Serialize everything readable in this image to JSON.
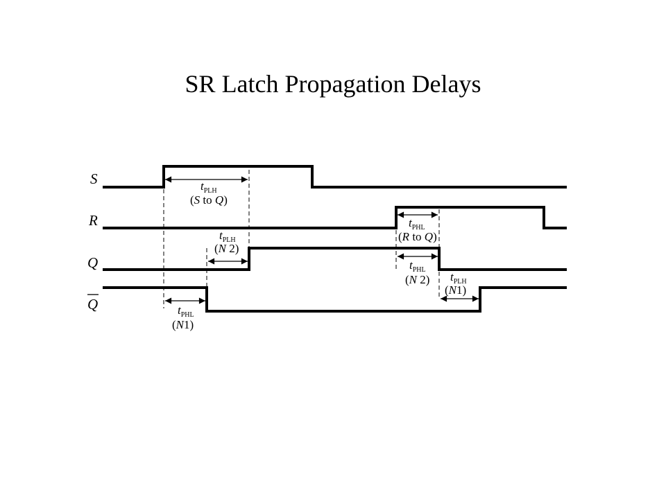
{
  "title": "SR Latch Propagation Delays",
  "signals": {
    "s": "S",
    "r": "R",
    "q": "Q",
    "qbar": "Q"
  },
  "annotations": {
    "a1": {
      "t": "t",
      "sub": "PLH",
      "cond_open": "(",
      "cond_var1": "S",
      "cond_mid": " to ",
      "cond_var2": "Q",
      "cond_close": ")"
    },
    "a2": {
      "t": "t",
      "sub": "PLH",
      "cond_open": "(",
      "cond_var1": "N",
      "cond_mid": " 2",
      "cond_close": ")"
    },
    "a3": {
      "t": "t",
      "sub": "PHL",
      "cond_open": "(",
      "cond_var1": "N",
      "cond_mid": "1",
      "cond_close": ")"
    },
    "a4": {
      "t": "t",
      "sub": "PHL",
      "cond_open": "(",
      "cond_var1": "R",
      "cond_mid": " to ",
      "cond_var2": "Q",
      "cond_close": ")"
    },
    "a5": {
      "t": "t",
      "sub": "PHL",
      "cond_open": "(",
      "cond_var1": "N",
      "cond_mid": " 2",
      "cond_close": ")"
    },
    "a6": {
      "t": "t",
      "sub": "PLH",
      "cond_open": "(",
      "cond_var1": "N",
      "cond_mid": "1",
      "cond_close": ")"
    }
  }
}
